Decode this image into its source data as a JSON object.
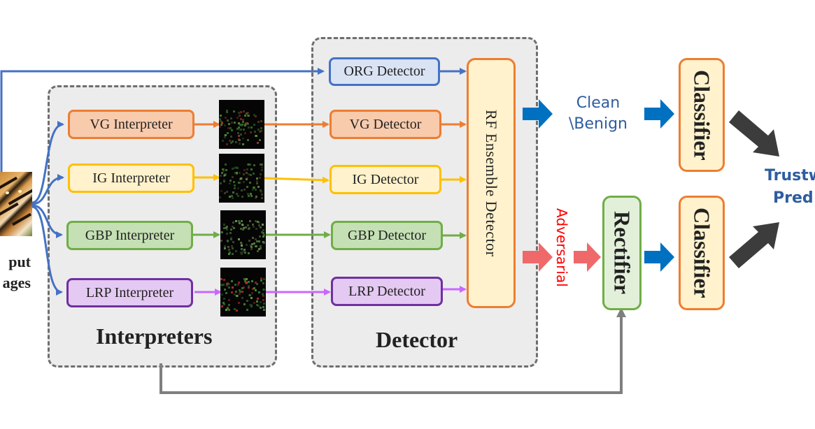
{
  "groups": {
    "interpreters_title": "Interpreters",
    "detector_title": "Detector"
  },
  "input": {
    "line1": "put",
    "line2": "ages"
  },
  "interpreters": [
    {
      "key": "vg",
      "label": "VG Interpreter",
      "color": "#ed7d31"
    },
    {
      "key": "ig",
      "label": "IG Interpreter",
      "color": "#ffc000"
    },
    {
      "key": "gbp",
      "label": "GBP Interpreter",
      "color": "#70ad47"
    },
    {
      "key": "lrp",
      "label": "LRP Interpreter",
      "color": "#cc66ff"
    }
  ],
  "detectors": {
    "org": {
      "label": "ORG Detector",
      "color": "#4472c4"
    },
    "vg": {
      "label": "VG Detector"
    },
    "ig": {
      "label": "IG Detector"
    },
    "gbp": {
      "label": "GBP Detector"
    },
    "lrp": {
      "label": "LRP Detector"
    }
  },
  "ensemble": {
    "label": "RF Ensemble Detector"
  },
  "outcomes": {
    "clean_line1": "Clean",
    "clean_line2": "\\Benign",
    "adversarial": "Adversarial"
  },
  "rectifier": {
    "label": "Rectifier"
  },
  "classifiers": {
    "top": "Classifier",
    "bottom": "Classifier"
  },
  "result": {
    "line1": "Trustw",
    "line2": "Pred"
  },
  "colors": {
    "blue_flow": "#4472c4",
    "clean_arrow": "#0070c0",
    "adversarial_arrow": "#f0696a",
    "result_arrow": "#3c3c3c",
    "feedback": "#7f7f7f",
    "outcome_text": "#2e5d9e",
    "adversarial_text": "#ff0000"
  }
}
